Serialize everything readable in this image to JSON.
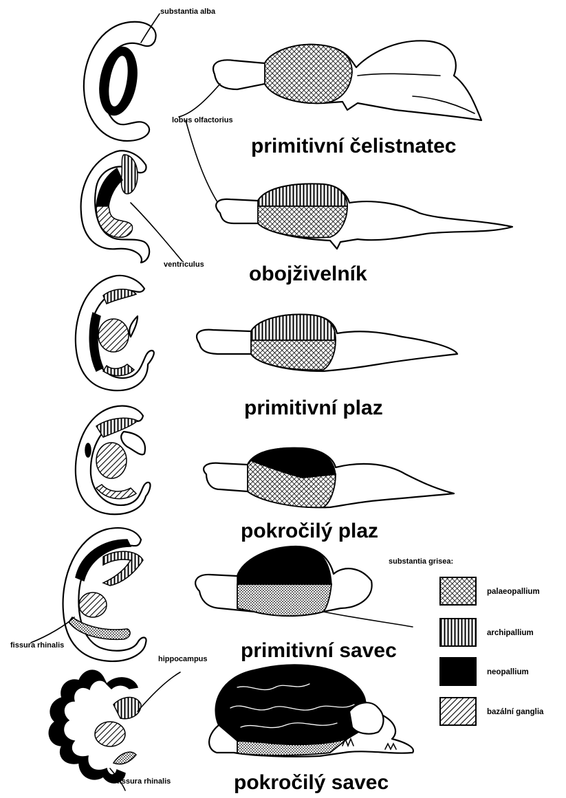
{
  "labels": {
    "substantia_alba": "substantia alba",
    "lobus_olfactorius": "lobus olfactorius",
    "ventriculus": "ventriculus",
    "fissura_rhinalis_1": "fissura rhinalis",
    "fissura_rhinalis_2": "fissura rhinalis",
    "hippocampus": "hippocampus"
  },
  "stages": [
    {
      "title": "primitivní čelistnatec"
    },
    {
      "title": "obojživelník"
    },
    {
      "title": "primitivní plaz"
    },
    {
      "title": "pokročilý plaz"
    },
    {
      "title": "primitivní savec"
    },
    {
      "title": "pokročilý savec"
    }
  ],
  "legend": {
    "heading": "substantia grisea:",
    "items": [
      {
        "label": "palaeopallium",
        "pattern": "cross-hatch"
      },
      {
        "label": "archipallium",
        "pattern": "vertical-lines"
      },
      {
        "label": "neopallium",
        "pattern": "solid-black"
      },
      {
        "label": "bazální ganglia",
        "pattern": "diagonal-lines"
      }
    ]
  },
  "colors": {
    "ink": "#000000",
    "paper": "#ffffff"
  }
}
